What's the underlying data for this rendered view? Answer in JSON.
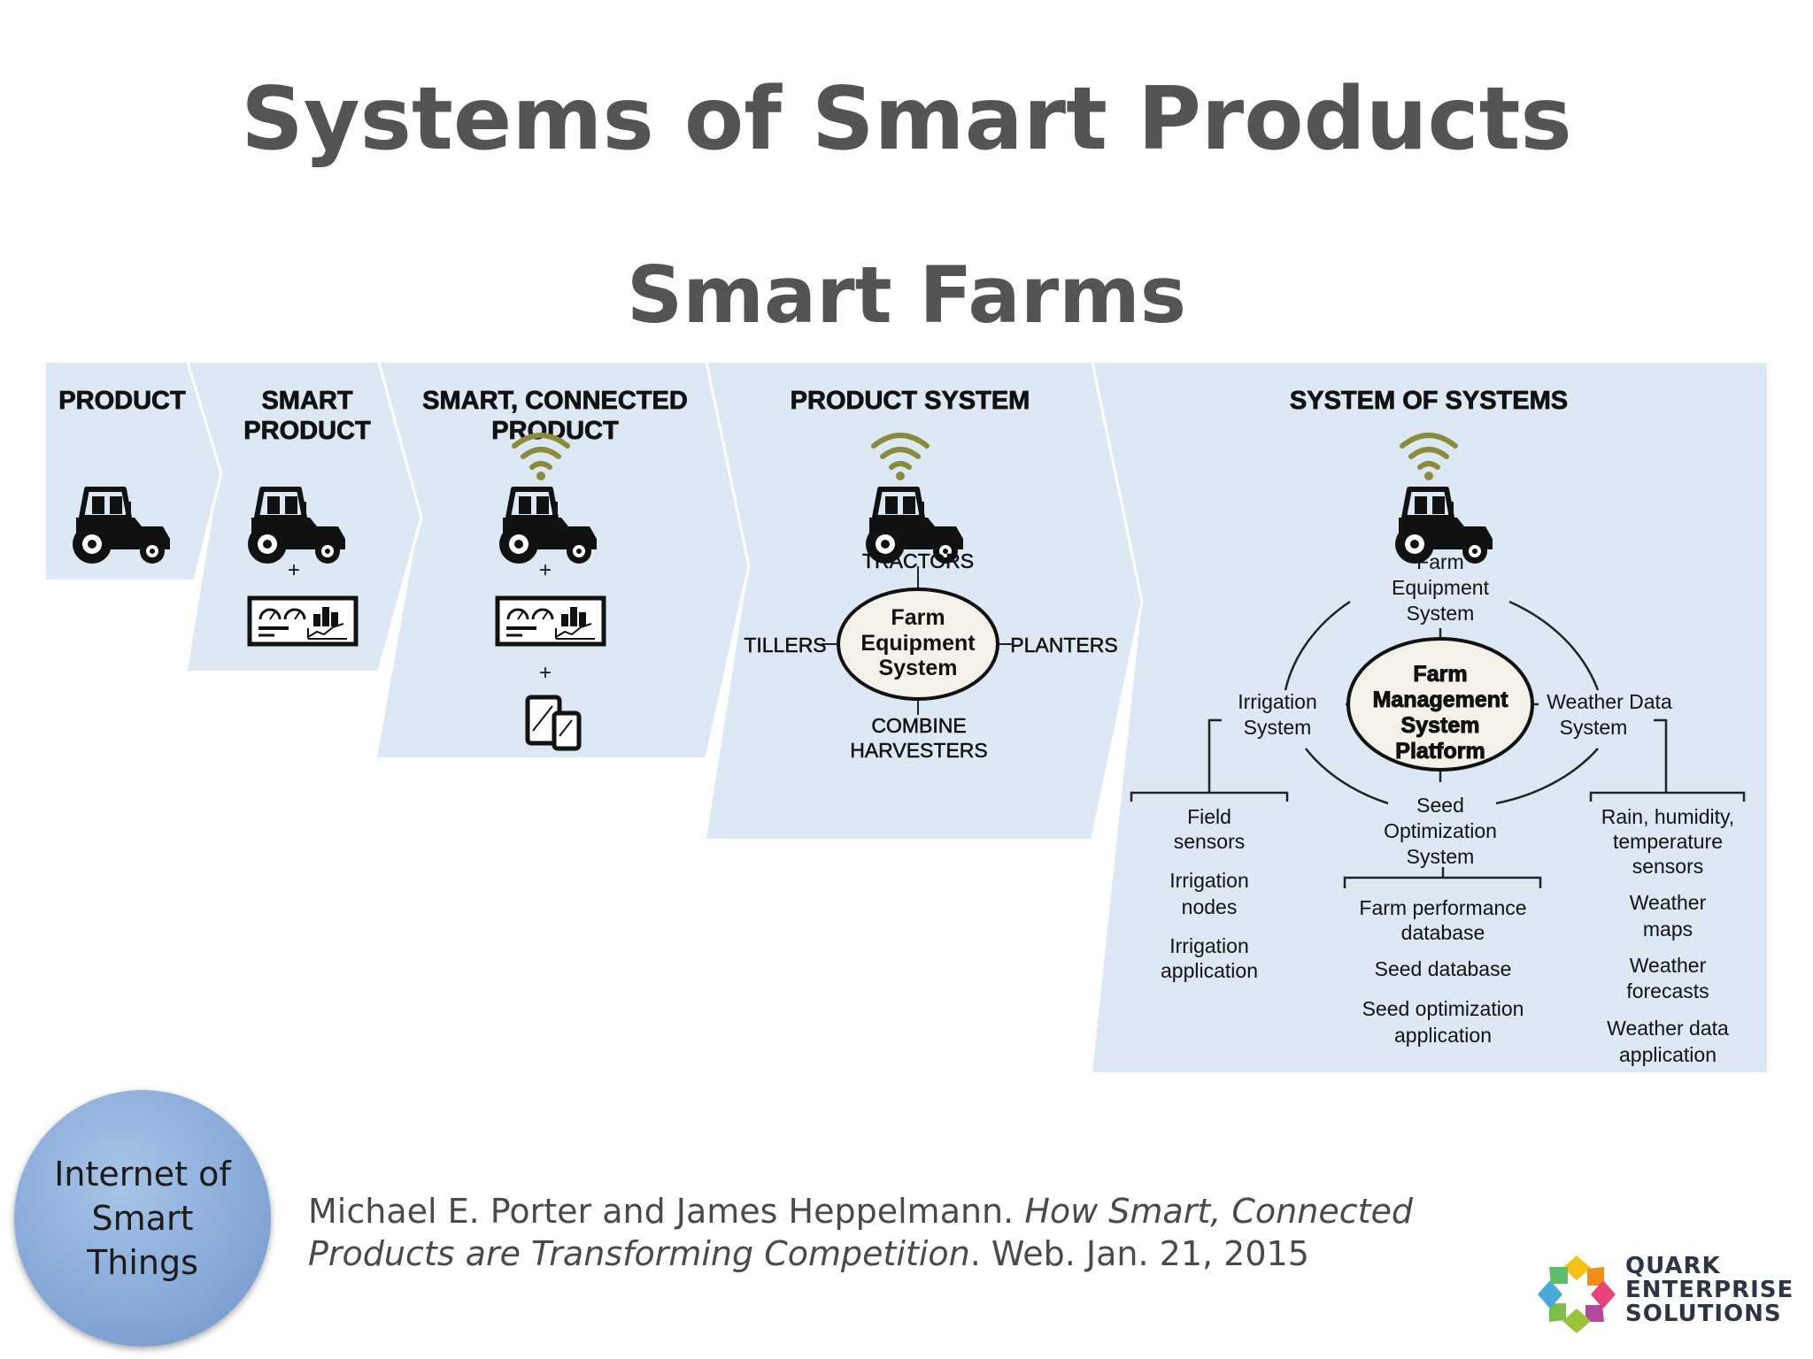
{
  "title": "Systems of Smart Products",
  "subtitle": "Smart Farms",
  "stages": {
    "product": "PRODUCT",
    "smart_product": [
      "SMART",
      "PRODUCT"
    ],
    "smart_connected": [
      "SMART, CONNECTED",
      "PRODUCT"
    ],
    "product_system": "PRODUCT SYSTEM",
    "system_of_systems": "SYSTEM OF SYSTEMS"
  },
  "plus": "+",
  "product_system": {
    "center": [
      "Farm",
      "Equipment",
      "System"
    ],
    "top": "TRACTORS",
    "left": "TILLERS",
    "right": "PLANTERS",
    "bottom": [
      "COMBINE",
      "HARVESTERS"
    ]
  },
  "system_of_systems": {
    "center": [
      "Farm",
      "Management",
      "System",
      "Platform"
    ],
    "top": [
      "Farm",
      "Equipment",
      "System"
    ],
    "left": [
      "Irrigation",
      "System"
    ],
    "right": [
      "Weather Data",
      "System"
    ],
    "bottom": [
      "Seed",
      "Optimization",
      "System"
    ],
    "irrigation_items": [
      [
        "Field",
        "sensors"
      ],
      [
        "Irrigation",
        "nodes"
      ],
      [
        "Irrigation",
        "application"
      ]
    ],
    "seed_items": [
      [
        "Farm performance",
        "database"
      ],
      [
        "Seed database"
      ],
      [
        "Seed optimization",
        "application"
      ]
    ],
    "weather_items": [
      [
        "Rain, humidity,",
        "temperature",
        "sensors"
      ],
      [
        "Weather",
        "maps"
      ],
      [
        "Weather",
        "forecasts"
      ],
      [
        "Weather data",
        "application"
      ]
    ]
  },
  "iot_badge": "Internet of\nSmart\nThings",
  "citation": {
    "authors": "Michael E. Porter and James Heppelmann. ",
    "title_italic_1": "How Smart, Connected",
    "title_italic_2": "Products are Transforming Competition",
    "rest": ". Web. Jan. 21, 2015"
  },
  "logo": {
    "line1": "QUARK",
    "line2": "ENTERPRISE",
    "line3": "SOLUTIONS",
    "icon": "quark-logo-icon"
  },
  "colors": {
    "panel": "#dce9f5",
    "title": "#545454",
    "wifi": "#8c8a3c",
    "circle": "#86a9d8"
  }
}
